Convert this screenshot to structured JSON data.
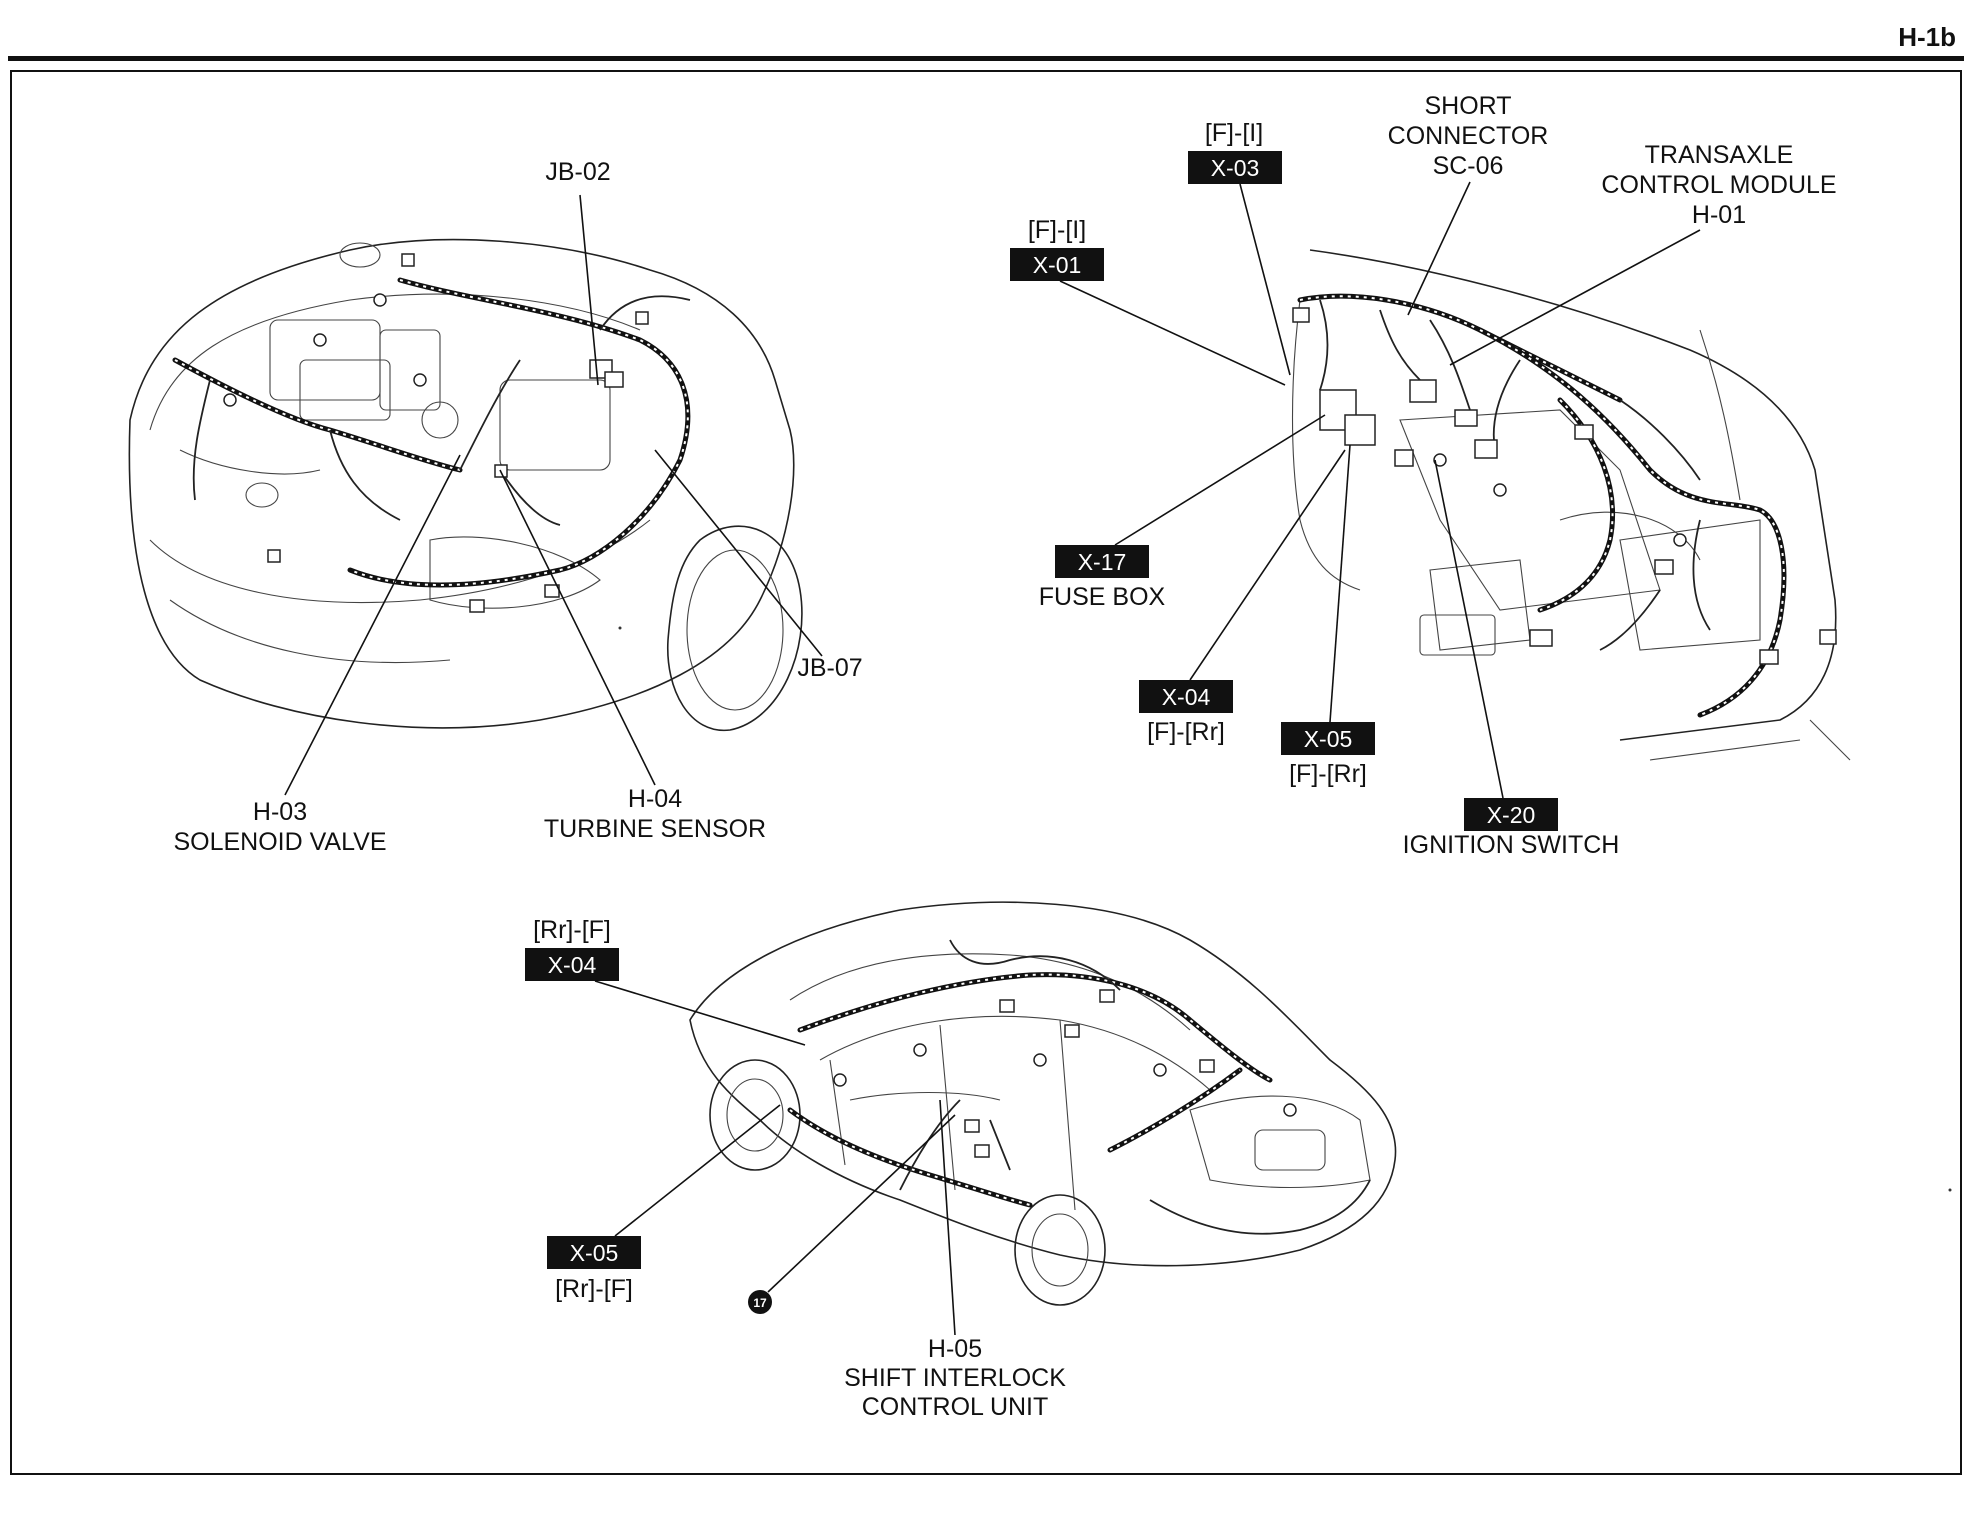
{
  "page_id": "H-1b",
  "labels": {
    "jb02": "JB-02",
    "jb07": "JB-07",
    "h03_code": "H-03",
    "h03_name": "SOLENOID VALVE",
    "h04_code": "H-04",
    "h04_name": "TURBINE SENSOR",
    "x03_side": "[F]-[I]",
    "x03": "X-03",
    "x01_side": "[F]-[I]",
    "x01": "X-01",
    "sc06_line1": "SHORT",
    "sc06_line2": "CONNECTOR",
    "sc06_line3": "SC-06",
    "tcm_line1": "TRANSAXLE",
    "tcm_line2": "CONTROL MODULE",
    "tcm_line3": "H-01",
    "x17": "X-17",
    "x17_name": "FUSE BOX",
    "x04_front": "X-04",
    "x04_front_side": "[F]-[Rr]",
    "x05_front": "X-05",
    "x05_front_side": "[F]-[Rr]",
    "x20": "X-20",
    "x20_name": "IGNITION SWITCH",
    "x04_rear_side": "[Rr]-[F]",
    "x04_rear": "X-04",
    "x05_rear": "X-05",
    "x05_rear_side": "[Rr]-[F]",
    "ground_17": "17",
    "h05_code": "H-05",
    "h05_line1": "SHIFT INTERLOCK",
    "h05_line2": "CONTROL UNIT"
  }
}
